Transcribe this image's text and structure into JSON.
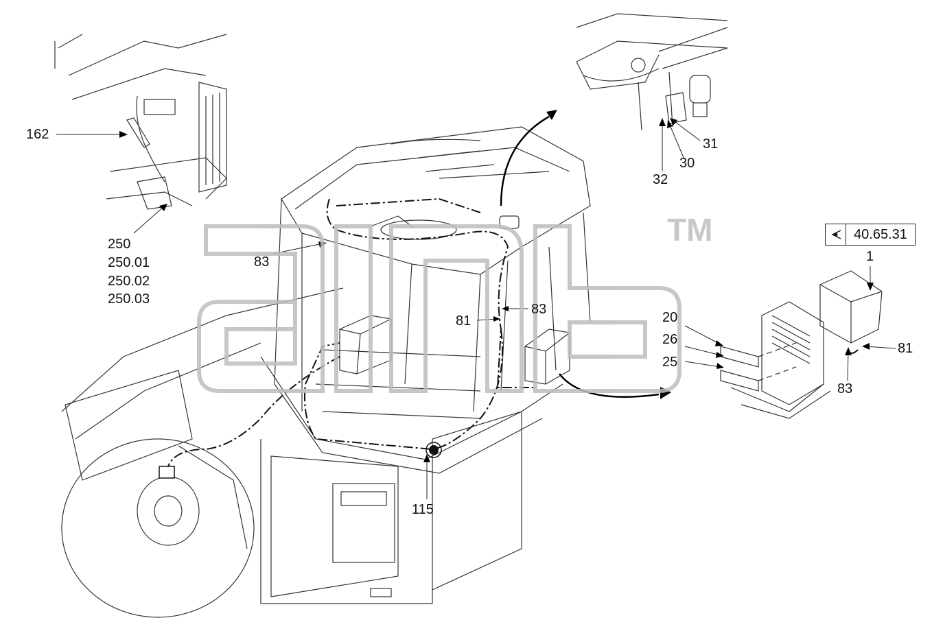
{
  "labels": {
    "l162": "162",
    "l250": "250",
    "l250_01": "250.01",
    "l250_02": "250.02",
    "l250_03": "250.03",
    "l83_a": "83",
    "l81_a": "81",
    "l83_b": "83",
    "l115": "115",
    "l31": "31",
    "l30": "30",
    "l32": "32",
    "l20": "20",
    "l26": "26",
    "l25": "25",
    "l1": "1",
    "l81_b": "81",
    "l83_c": "83"
  },
  "reference": {
    "code": "40.65.31",
    "icon": "eye-icon"
  },
  "watermark": {
    "trademark": "TM"
  },
  "colors": {
    "line": "#222222",
    "watermark": "#c8c8c8"
  }
}
